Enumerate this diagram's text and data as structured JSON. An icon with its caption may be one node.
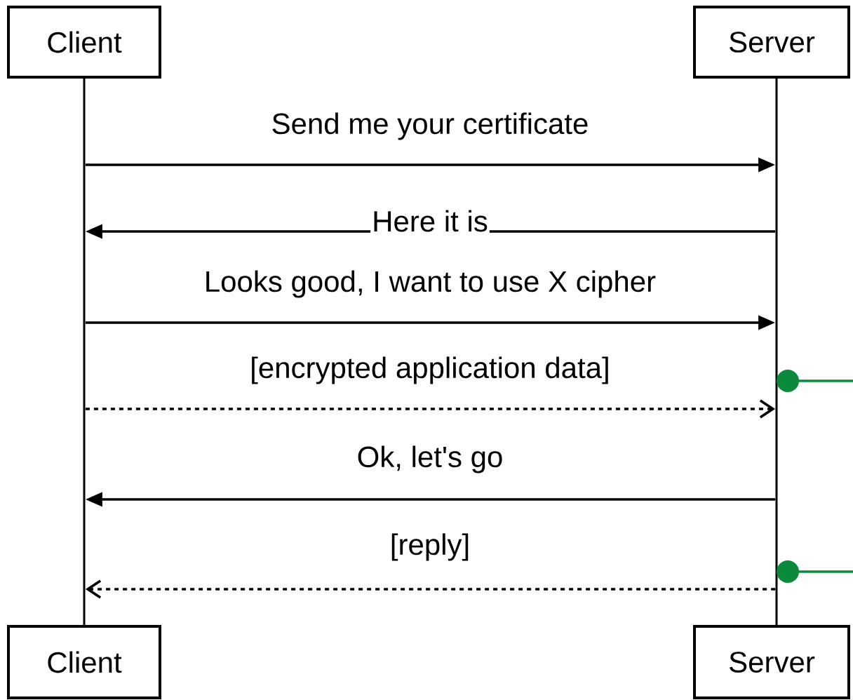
{
  "diagram": {
    "nodes": [
      {
        "text": [
          "Client"
        ]
      },
      {
        "text": [
          "Server"
        ]
      },
      {
        "text": [],
        "shape": "bar"
      },
      {
        "text": [],
        "shape": "bar"
      },
      {
        "text": [
          "Client"
        ]
      },
      {
        "text": [
          "Server"
        ]
      }
    ],
    "edges": [
      {
        "from": 2,
        "to": 3,
        "arrow": "to",
        "label": "Send me your certificate"
      },
      {
        "from": 3,
        "to": 2,
        "arrow": "to",
        "label": "Here it is"
      },
      {
        "from": 2,
        "to": 3,
        "arrow": "to",
        "label": "Looks good, I want to use X cipher"
      },
      {
        "from": 2,
        "to": 3,
        "arrow": "to",
        "label": "[encrypted application data]",
        "style": "dashed"
      },
      {
        "from": 3,
        "to": 2,
        "arrow": "to",
        "label": "Ok, let's go"
      },
      {
        "from": 3,
        "to": 2,
        "arrow": "to",
        "label": "[reply]",
        "style": "dashed"
      },
      {
        "from": null,
        "to": 3,
        "arrow": "other",
        "color": "#0a8a3a"
      },
      {
        "from": null,
        "to": 3,
        "arrow": "other",
        "color": "#0a8a3a"
      }
    ]
  }
}
